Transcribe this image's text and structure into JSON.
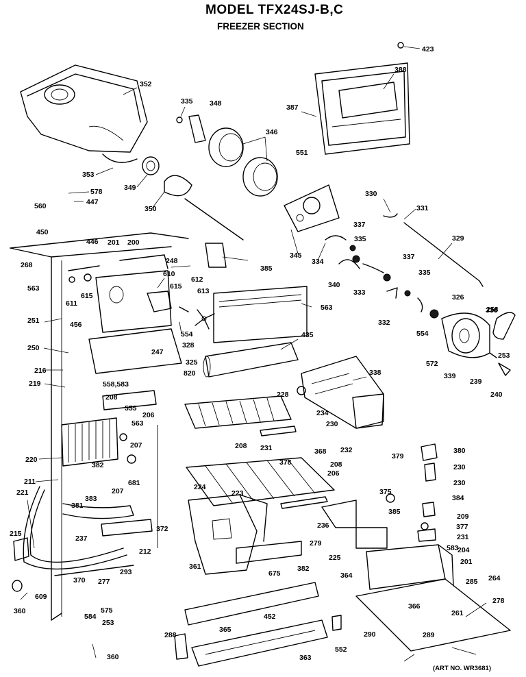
{
  "header": {
    "title": "MODEL  TFX24SJ-B,C",
    "subtitle": "FREEZER SECTION"
  },
  "footer": {
    "art_number": "(ART NO. WR3681)"
  },
  "callouts": [
    "423",
    "352",
    "388",
    "387",
    "335",
    "348",
    "346",
    "551",
    "353",
    "349",
    "350",
    "578",
    "447",
    "560",
    "330",
    "331",
    "450",
    "446",
    "201",
    "200",
    "337",
    "335",
    "329",
    "345",
    "334",
    "268",
    "248",
    "385",
    "610",
    "615",
    "612",
    "613",
    "340",
    "333",
    "337",
    "335",
    "563",
    "611",
    "615",
    "563",
    "251",
    "456",
    "554",
    "326",
    "336",
    "332",
    "554",
    "258",
    "435",
    "250",
    "328",
    "253",
    "247",
    "325",
    "572",
    "339",
    "239",
    "216",
    "820",
    "338",
    "240",
    "219",
    "558,583",
    "208",
    "228",
    "555",
    "206",
    "234",
    "563",
    "230",
    "207",
    "208",
    "231",
    "368",
    "232",
    "220",
    "681",
    "208",
    "206",
    "378",
    "379",
    "380",
    "230",
    "382",
    "230",
    "211",
    "207",
    "224",
    "223",
    "221",
    "383",
    "381",
    "375",
    "384",
    "385",
    "209",
    "377",
    "236",
    "231",
    "372",
    "279",
    "225",
    "215",
    "237",
    "212",
    "361",
    "382",
    "583",
    "204",
    "201",
    "293",
    "277",
    "370",
    "675",
    "364",
    "285",
    "264",
    "609",
    "360",
    "575",
    "278",
    "366",
    "452",
    "261",
    "584",
    "253",
    "365",
    "290",
    "289",
    "288",
    "552",
    "363",
    "360"
  ]
}
